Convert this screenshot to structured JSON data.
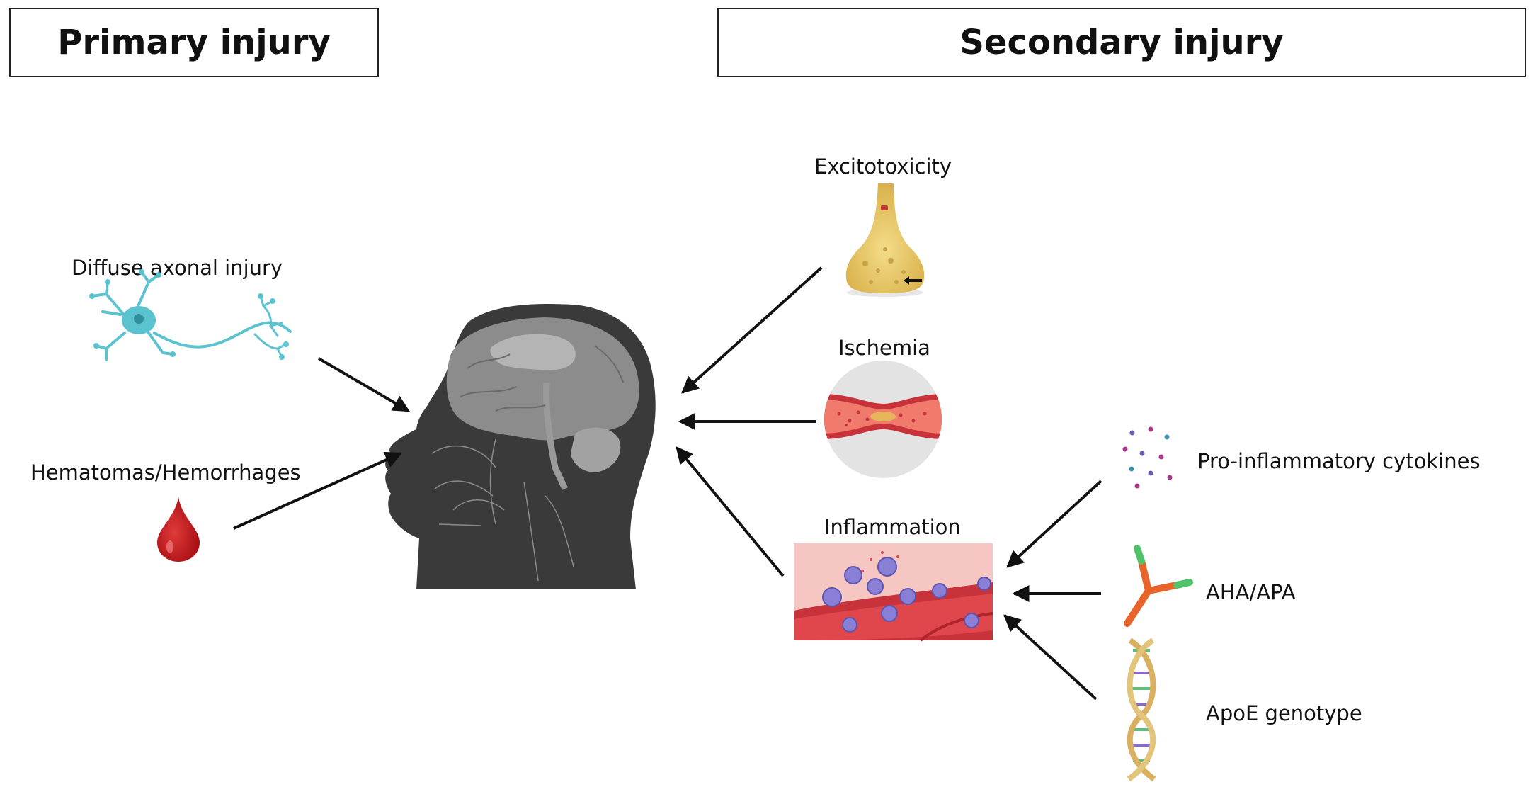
{
  "headers": {
    "primary": "Primary injury",
    "secondary": "Secondary injury"
  },
  "primary_causes": {
    "diffuse_axonal": "Diffuse axonal injury",
    "hematomas": "Hematomas/Hemorrhages"
  },
  "secondary_causes": {
    "excitotoxicity": "Excitotoxicity",
    "ischemia": "Ischemia",
    "inflammation": "Inflammation"
  },
  "inflammation_factors": {
    "cytokines": "Pro-inflammatory cytokines",
    "aha_apa": "AHA/APA",
    "apoe": "ApoE genotype"
  },
  "colors": {
    "neuron": "#5bc3cf",
    "blood_drop": "#c21818",
    "synapse": "#e4c462",
    "vessel": "#c8323a",
    "immune_cell": "#8a7fd6",
    "antibody_orange": "#e8642a",
    "antibody_green": "#52c26a",
    "head": "#3a3a3a"
  },
  "icons": [
    "neuron-icon",
    "blood-drop-icon",
    "head-brain-icon",
    "synapse-icon",
    "blood-vessel-icon",
    "inflammation-icon",
    "cytokine-dots-icon",
    "antibody-icon",
    "dna-helix-icon"
  ]
}
